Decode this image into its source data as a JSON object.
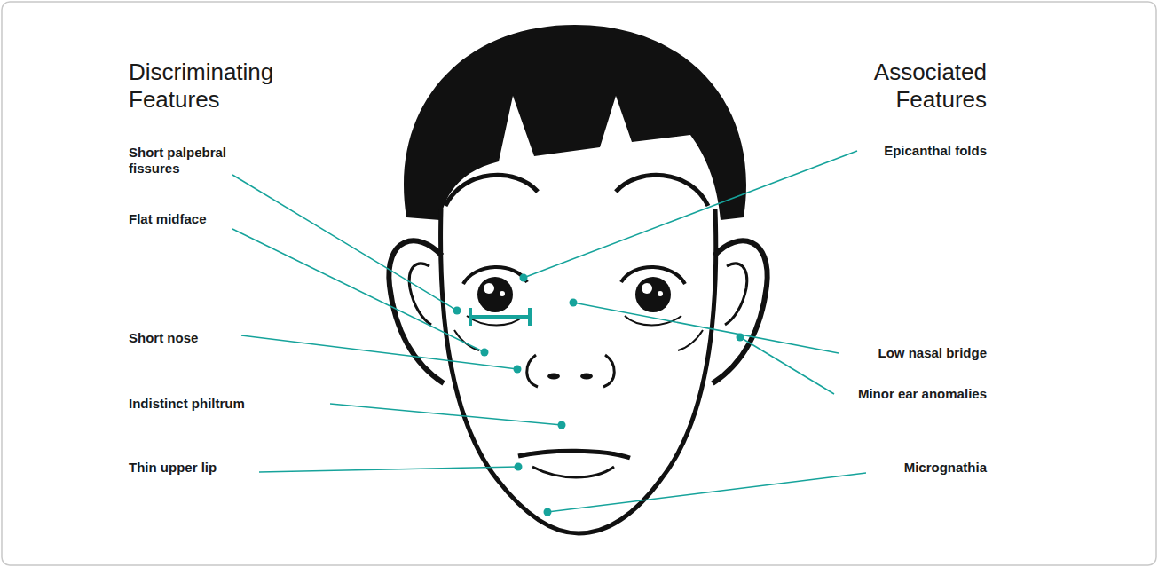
{
  "diagram": {
    "labels": [
      "Discriminating Features",
      "Associated Features",
      "Short palpebral fissures",
      "Flat midface",
      "Short nose",
      "Indistinct philtrum",
      "Thin upper lip",
      "Epicanthal folds",
      "Low nasal bridge",
      "Minor ear anomalies",
      "Micrognathia"
    ]
  }
}
